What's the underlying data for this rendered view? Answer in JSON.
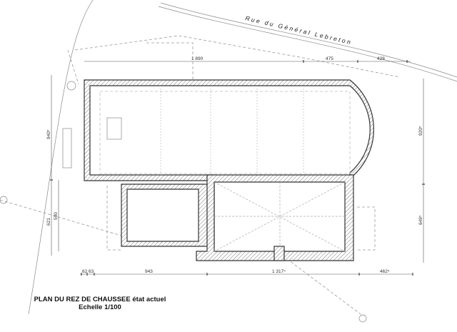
{
  "street_name": "Rue du Général Lebreton",
  "title": "PLAN DU REZ DE CHAUSSEE état actuel",
  "scale": "Echelle 1/100",
  "dimensions": {
    "top": [
      "1 890",
      "475",
      "428"
    ],
    "left": [
      "940⁵",
      "621",
      "500"
    ],
    "right": [
      "920⁵",
      "649⁵"
    ],
    "bottom": [
      "62",
      "63",
      "943",
      "1 317⁵",
      "462⁵"
    ]
  }
}
